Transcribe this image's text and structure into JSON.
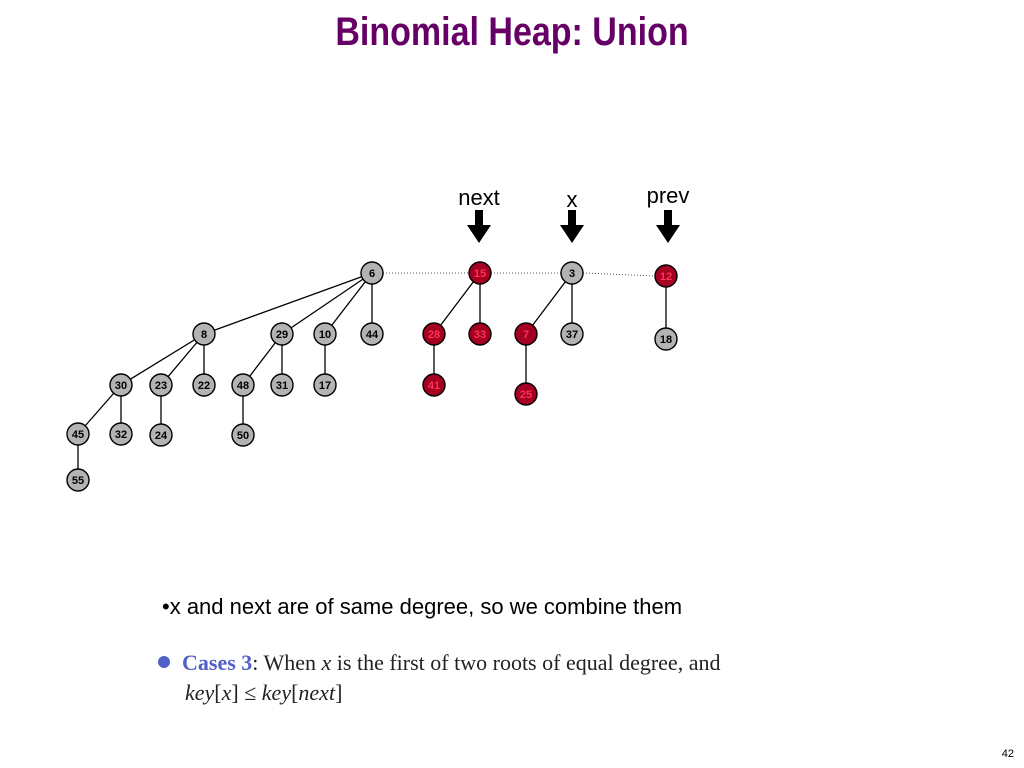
{
  "slide": {
    "title": "Binomial Heap:  Union",
    "bullet": "•x and next are of same degree, so we combine them",
    "cases_label": "Cases 3",
    "cases_text_a": ": When ",
    "cases_x": "x",
    "cases_text_b": " is the first of two roots of equal degree, and",
    "cases_key1": "key",
    "cases_lb": "[",
    "cases_rb": "]",
    "cases_leq": " ≤ ",
    "cases_key2": "key",
    "cases_next": "next",
    "page_number": "42"
  },
  "colors": {
    "title": "#660066",
    "red_node": "#a50021",
    "gray_node": "#b3b3b3",
    "accent": "#5060c8"
  },
  "pointers": [
    {
      "id": "next",
      "label": "next"
    },
    {
      "id": "x",
      "label": "x"
    },
    {
      "id": "prev",
      "label": "prev"
    }
  ],
  "nodes": [
    {
      "id": "n6",
      "key": "6",
      "color": "gray"
    },
    {
      "id": "n8",
      "key": "8",
      "color": "gray"
    },
    {
      "id": "n29",
      "key": "29",
      "color": "gray"
    },
    {
      "id": "n10",
      "key": "10",
      "color": "gray"
    },
    {
      "id": "n44",
      "key": "44",
      "color": "gray"
    },
    {
      "id": "n30",
      "key": "30",
      "color": "gray"
    },
    {
      "id": "n23",
      "key": "23",
      "color": "gray"
    },
    {
      "id": "n22",
      "key": "22",
      "color": "gray"
    },
    {
      "id": "n48",
      "key": "48",
      "color": "gray"
    },
    {
      "id": "n31",
      "key": "31",
      "color": "gray"
    },
    {
      "id": "n17",
      "key": "17",
      "color": "gray"
    },
    {
      "id": "n45",
      "key": "45",
      "color": "gray"
    },
    {
      "id": "n32",
      "key": "32",
      "color": "gray"
    },
    {
      "id": "n24",
      "key": "24",
      "color": "gray"
    },
    {
      "id": "n50",
      "key": "50",
      "color": "gray"
    },
    {
      "id": "n55",
      "key": "55",
      "color": "gray"
    },
    {
      "id": "n15",
      "key": "15",
      "color": "red"
    },
    {
      "id": "n28",
      "key": "28",
      "color": "red"
    },
    {
      "id": "n33",
      "key": "33",
      "color": "red"
    },
    {
      "id": "n41",
      "key": "41",
      "color": "red"
    },
    {
      "id": "n3",
      "key": "3",
      "color": "gray"
    },
    {
      "id": "n7",
      "key": "7",
      "color": "red"
    },
    {
      "id": "n37",
      "key": "37",
      "color": "gray"
    },
    {
      "id": "n25",
      "key": "25",
      "color": "red"
    },
    {
      "id": "n12",
      "key": "12",
      "color": "red"
    },
    {
      "id": "n18",
      "key": "18",
      "color": "gray"
    }
  ],
  "edges": [
    [
      "n6",
      "n8"
    ],
    [
      "n6",
      "n29"
    ],
    [
      "n6",
      "n10"
    ],
    [
      "n6",
      "n44"
    ],
    [
      "n8",
      "n30"
    ],
    [
      "n8",
      "n23"
    ],
    [
      "n8",
      "n22"
    ],
    [
      "n29",
      "n48"
    ],
    [
      "n29",
      "n31"
    ],
    [
      "n10",
      "n17"
    ],
    [
      "n30",
      "n45"
    ],
    [
      "n30",
      "n32"
    ],
    [
      "n23",
      "n24"
    ],
    [
      "n48",
      "n50"
    ],
    [
      "n45",
      "n55"
    ],
    [
      "n15",
      "n28"
    ],
    [
      "n15",
      "n33"
    ],
    [
      "n28",
      "n41"
    ],
    [
      "n3",
      "n7"
    ],
    [
      "n3",
      "n37"
    ],
    [
      "n7",
      "n25"
    ],
    [
      "n12",
      "n18"
    ]
  ],
  "root_links": [
    [
      "n6",
      "n15"
    ],
    [
      "n15",
      "n3"
    ],
    [
      "n3",
      "n12"
    ]
  ]
}
